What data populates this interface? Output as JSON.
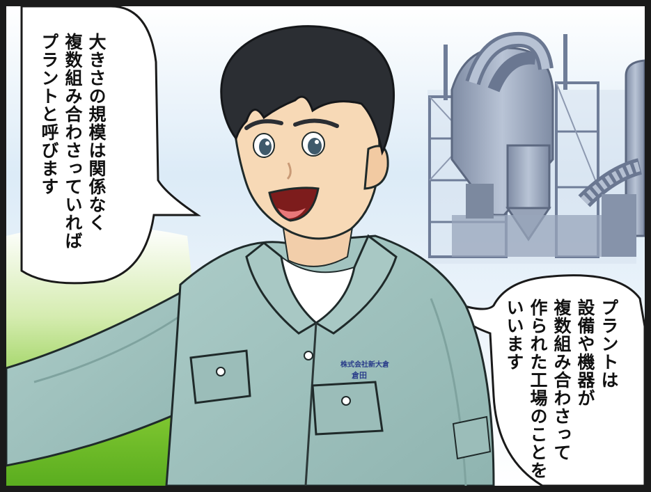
{
  "panel": {
    "bubble_left": {
      "line1": "大きさの規模は関係なく",
      "line2": "複数組み合わさっていれば",
      "line3": "プラントと呼びます"
    },
    "bubble_right": {
      "line1": "プラントは",
      "line2": "設備や機器が",
      "line3": "複数組み合わさって",
      "line4": "作られた工場のことを",
      "line5": "いいます"
    },
    "badge": {
      "company": "株式会社新大倉",
      "name": "倉田"
    }
  },
  "colors": {
    "jacket": "#9fc0bc",
    "jacket_shadow": "#7ea29e",
    "hair": "#2b2e33",
    "skin": "#f7d9b6",
    "sky": "#cfe4f3",
    "grass": "#6fbd2a",
    "plant_steel": "#8f9cb3",
    "border": "#1a1a1a"
  }
}
